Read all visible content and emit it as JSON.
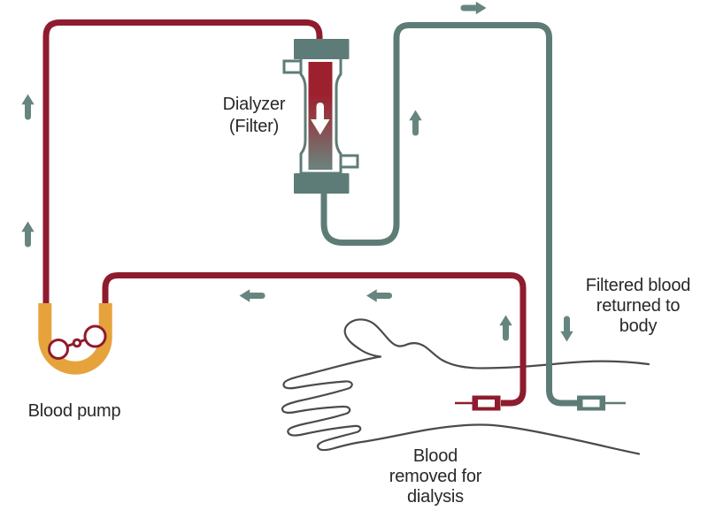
{
  "colors": {
    "background": "#FFFFFF",
    "blood_tube": "#8E1C2E",
    "teal_tube": "#5E7C77",
    "arrow_teal": "#67857F",
    "pump_orange": "#E6A33C",
    "arm_outline": "#4B4B4D",
    "text": "#29272A",
    "dialyzer_gradient_top": "#9D202F",
    "dialyzer_gradient_mid": "#8E4349",
    "dialyzer_gradient_bottom": "#6E7E78"
  },
  "labels": {
    "dialyzer": {
      "line1": "Dialyzer",
      "line2": "(Filter)"
    },
    "blood_pump": "Blood pump",
    "filtered_blood": {
      "line1": "Filtered blood",
      "line2": "returned to",
      "line3": "body"
    },
    "blood_removed": {
      "line1": "Blood",
      "line2": "removed for",
      "line3": "dialysis"
    }
  },
  "flow_arrows": {
    "up_count": 4,
    "left_count": 2,
    "right_count": 1,
    "down_count": 1,
    "meaning": "direction of blood flow"
  }
}
